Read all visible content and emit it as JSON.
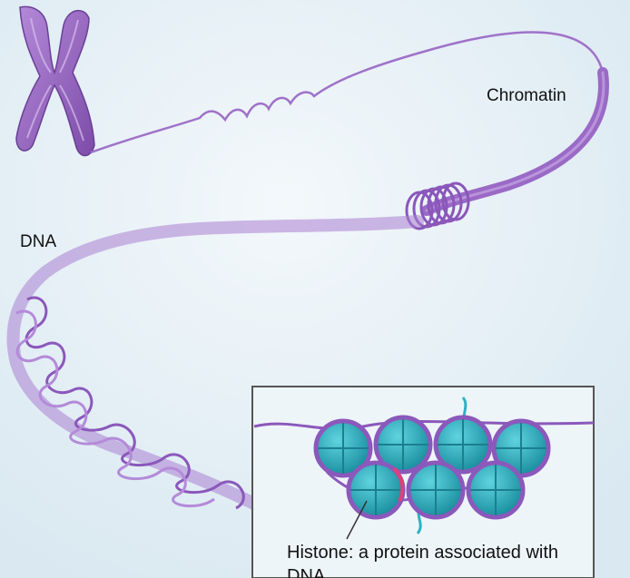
{
  "labels": {
    "chromatin": "Chromatin",
    "dna": "DNA",
    "histone": "Histone: a protein associated with DNA"
  },
  "colors": {
    "background": "#e8f1f7",
    "strand": "#9f72c9",
    "strand_dark": "#7b4aa6",
    "histone": "#2bb3c4",
    "histone_dark": "#1b7f8f",
    "accent": "#e0407a",
    "inset_border": "#555555"
  },
  "icons": {
    "chromosome": "chromosome-icon",
    "nucleosome": "nucleosome-icon"
  }
}
